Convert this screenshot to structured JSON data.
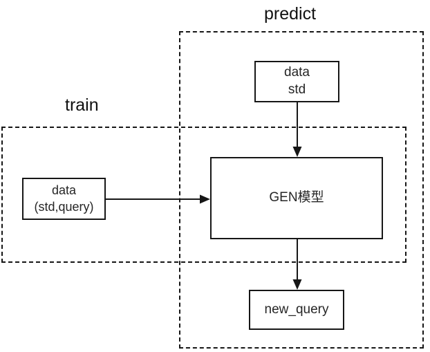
{
  "diagram": {
    "title_visible": false,
    "background_color": "#ffffff",
    "stroke_color": "#161616",
    "regions": [
      {
        "id": "predict",
        "label": "predict",
        "border_style": "dashed"
      },
      {
        "id": "train",
        "label": "train",
        "border_style": "dashed"
      }
    ],
    "nodes": [
      {
        "id": "data-std",
        "lines": [
          "data",
          "std"
        ],
        "line1": "data",
        "line2": "std",
        "shape": "rectangle"
      },
      {
        "id": "data-query",
        "lines": [
          "data",
          "(std,query)"
        ],
        "line1": "data",
        "line2": "(std,query)",
        "shape": "rectangle"
      },
      {
        "id": "gen-model",
        "lines": [
          "GEN模型"
        ],
        "line1": "GEN模型",
        "shape": "rectangle"
      },
      {
        "id": "new-query",
        "lines": [
          "new_query"
        ],
        "line1": "new_query",
        "shape": "rectangle"
      }
    ],
    "edges": [
      {
        "id": "std-to-gen",
        "from": "data-std",
        "to": "gen-model",
        "direction": "down",
        "arrowhead": "filled-triangle"
      },
      {
        "id": "query-to-gen",
        "from": "data-query",
        "to": "gen-model",
        "direction": "right",
        "arrowhead": "filled-triangle"
      },
      {
        "id": "gen-to-new",
        "from": "gen-model",
        "to": "new-query",
        "direction": "down",
        "arrowhead": "filled-triangle"
      }
    ]
  }
}
